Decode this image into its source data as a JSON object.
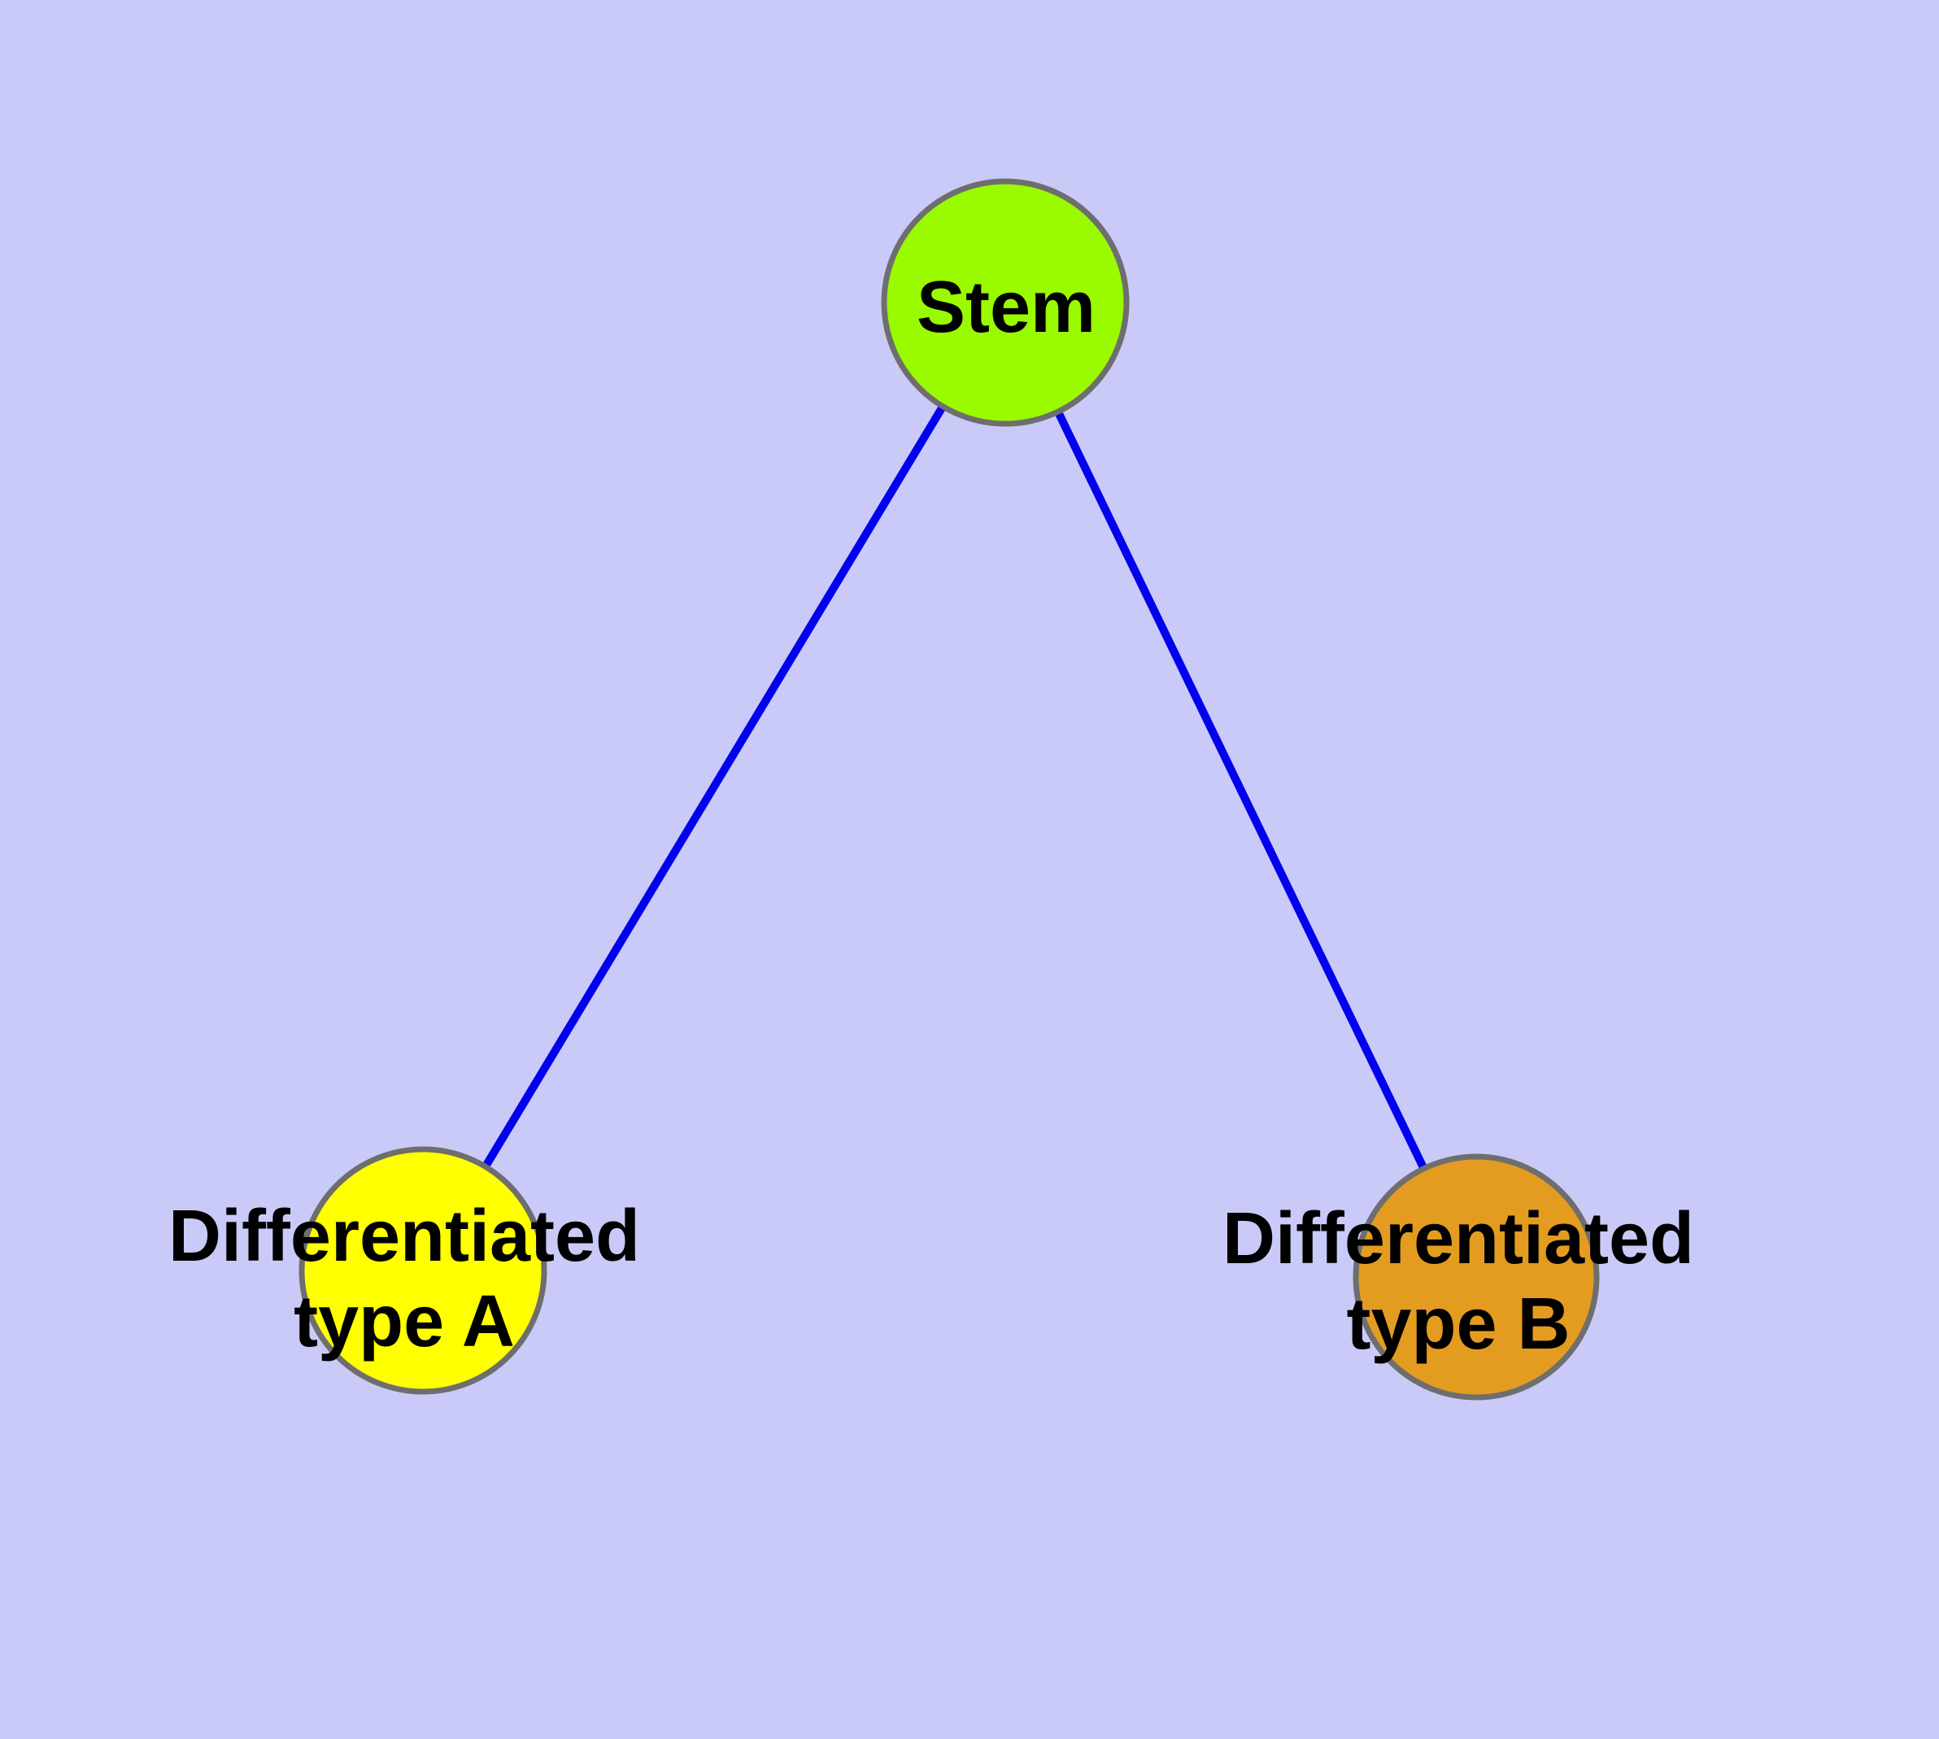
{
  "diagram": {
    "type": "node-link-graph",
    "background_color": "#CACAF8",
    "edge_color": "#0101EE",
    "node_border_color": "#6E6E6E",
    "label_color": "#000000",
    "nodes": {
      "stem": {
        "label": "Stem",
        "fill_color": "#9AFA00"
      },
      "type_a": {
        "label_line1": "Differentiated",
        "label_line2": "type A",
        "fill_color": "#FFFF00"
      },
      "type_b": {
        "label_line1": "Differentiated",
        "label_line2": "type B",
        "fill_color": "#E49C20"
      }
    },
    "edges": [
      {
        "from": "Stem",
        "to": "Differentiated type A"
      },
      {
        "from": "Stem",
        "to": "Differentiated type B"
      }
    ]
  }
}
